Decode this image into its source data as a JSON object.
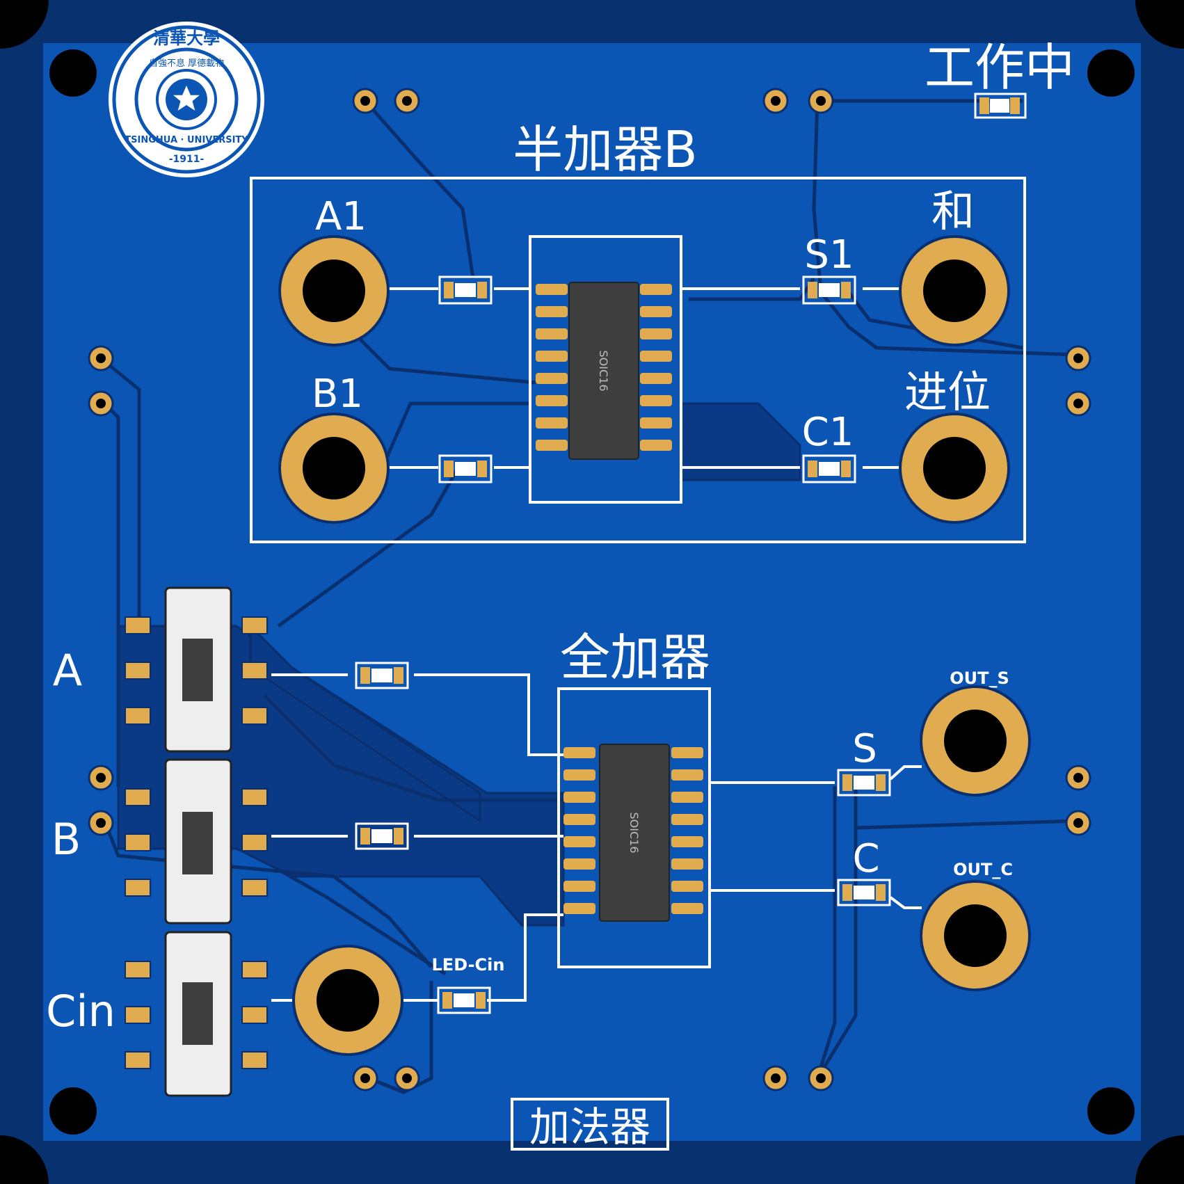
{
  "board": {
    "title": "加法器",
    "status_label": "工作中",
    "logo": {
      "text_outer": "TSINGHUA · UNIVERSITY",
      "text_year": "-1911-",
      "text_cn": "清華大學",
      "text_motto": "自強不息 厚德載物"
    }
  },
  "half_adder": {
    "title": "半加器B",
    "input_a_label": "A1",
    "input_b_label": "B1",
    "sum_led_label": "S1",
    "carry_led_label": "C1",
    "sum_label": "和",
    "carry_label": "进位",
    "ic_label": "SOIC16"
  },
  "full_adder": {
    "title": "全加器",
    "ic_label": "SOIC16",
    "sum_led_label": "S",
    "carry_led_label": "C",
    "out_s_label": "OUT_S",
    "out_c_label": "OUT_C",
    "cin_led_label": "LED-Cin"
  },
  "switches": [
    {
      "label": "A"
    },
    {
      "label": "B"
    },
    {
      "label": "Cin"
    }
  ],
  "colors": {
    "board": "#0b55b5",
    "board_edge": "#07316f",
    "copper": "#0a2f6e",
    "pad": "#e0ac4f",
    "silk": "#ffffff",
    "ic_body": "#3e3e3e"
  }
}
